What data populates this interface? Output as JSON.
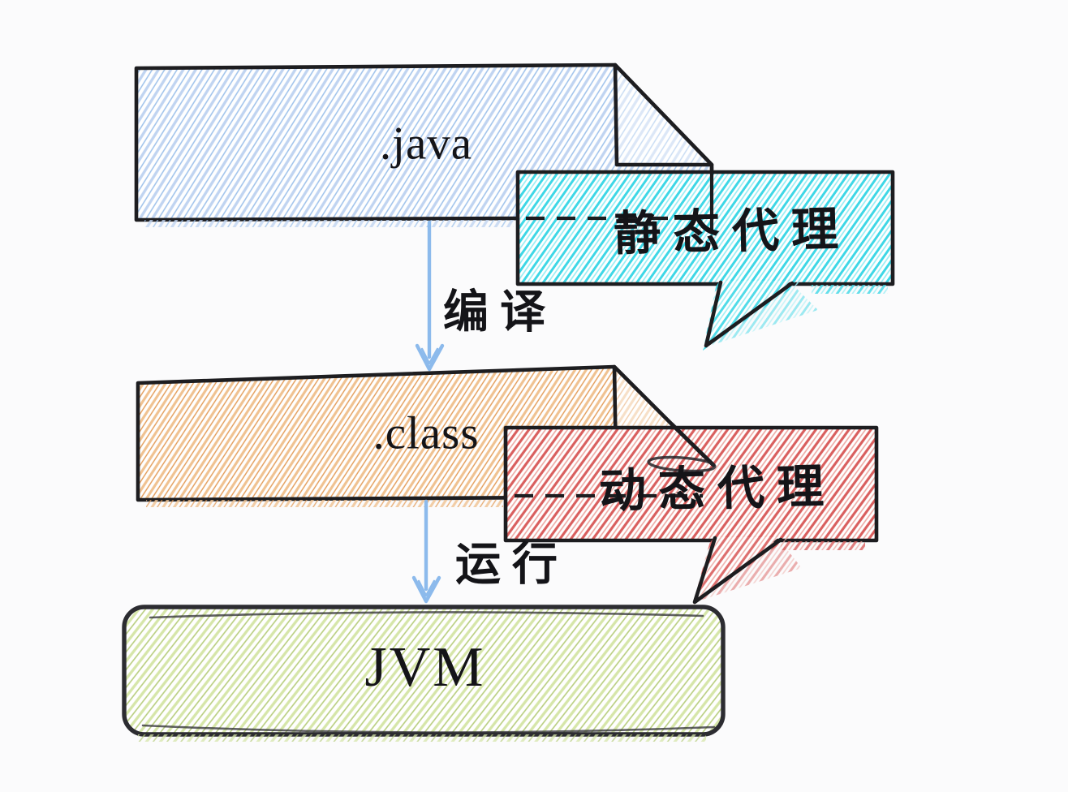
{
  "canvas": {
    "background": "#fbfbfc"
  },
  "colors": {
    "outline": "#1d1d20",
    "jvm_outline": "#2c2c31",
    "ink": "#141418",
    "arrow": "#8cbaec",
    "java_hatch": "#9cc0ea",
    "java_hatch_light": "#c0d4f1",
    "cyan_hatch": "#3ed7e6",
    "cyan_hatch_light": "#96ecf3",
    "orange_hatch": "#e29a55",
    "orange_hatch_light": "#f0c291",
    "red_hatch": "#d95f5e",
    "red_hatch_light": "#eda9a3",
    "green_hatch": "#b7cd7d",
    "green_hatch_light": "#d6e6a9"
  },
  "nodes": {
    "java": {
      "label": ".java",
      "shape": "file-folded-corner",
      "hatch": "blue"
    },
    "class": {
      "label": ".class",
      "shape": "file-folded-corner",
      "hatch": "orange"
    },
    "jvm": {
      "label": "JVM",
      "shape": "rounded-rect",
      "hatch": "green"
    }
  },
  "edges": {
    "compile": {
      "label": "编译",
      "from": ".java",
      "to": ".class",
      "style": "blue-arrow-down"
    },
    "run": {
      "label": "运行",
      "from": ".class",
      "to": "JVM",
      "style": "blue-arrow-down"
    }
  },
  "callouts": {
    "static_proxy": {
      "label": "静态代理",
      "attached_to": ".java",
      "hatch": "cyan"
    },
    "dynamic_proxy": {
      "label": "动态代理",
      "attached_to": ".class",
      "hatch": "red"
    }
  }
}
